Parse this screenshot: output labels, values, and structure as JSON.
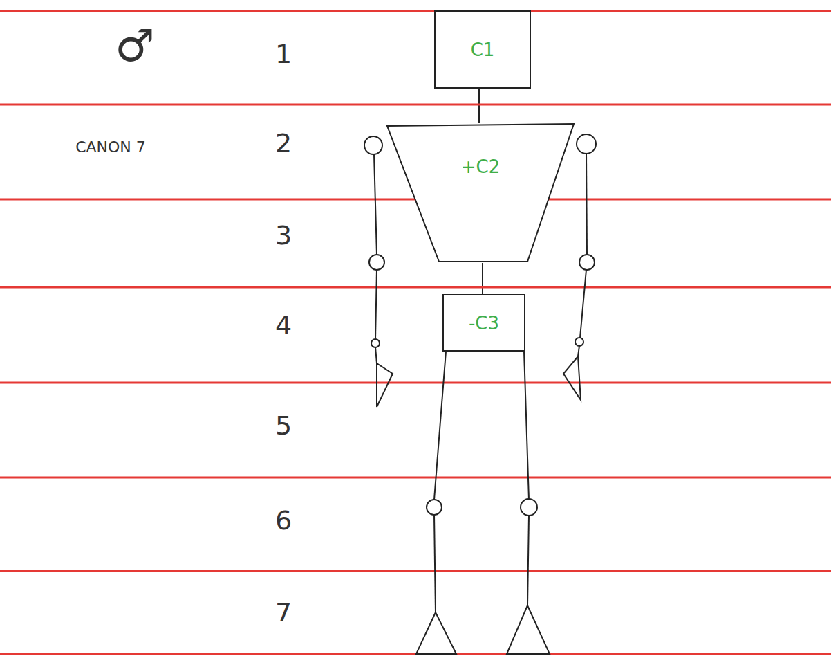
{
  "diagram": {
    "nodes": [
      {
        "text": [
          "C1"
        ]
      },
      {
        "text": [
          "+C2"
        ]
      },
      {
        "text": [
          "-C3"
        ]
      }
    ],
    "edges": [
      {
        "from": 0,
        "to": 1,
        "arrow": "none"
      },
      {
        "from": 1,
        "to": 2,
        "arrow": "none"
      }
    ],
    "labels": [
      "♂",
      "CANON 7",
      "1",
      "2",
      "3",
      "4",
      "5",
      "6",
      "7"
    ]
  }
}
